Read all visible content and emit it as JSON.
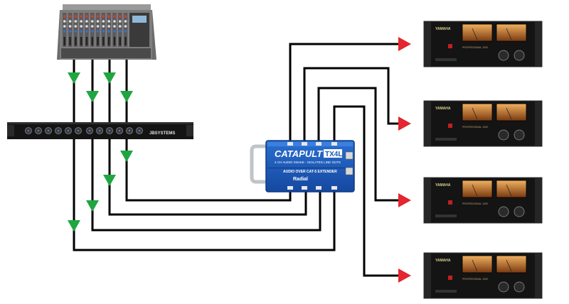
{
  "mixer": {
    "name": "mixer"
  },
  "crossover": {
    "brand": "JBSYSTEMS"
  },
  "snake": {
    "title": "CATAPULT",
    "model": "TX4L",
    "subtitle": "4 CH AUDIO SNAKE - ISOLATED LINE OUTS",
    "tagline": "AUDIO OVER CAT-5 EXTENDER",
    "brand": "Radial"
  },
  "amplifiers": [
    {
      "brand": "YAMAHA",
      "model": "PROFESSIONAL 1000"
    },
    {
      "brand": "YAMAHA",
      "model": "PROFESSIONAL 1000"
    },
    {
      "brand": "YAMAHA",
      "model": "PROFESSIONAL 1000"
    },
    {
      "brand": "YAMAHA",
      "model": "PROFESSIONAL 1000"
    }
  ],
  "colors": {
    "cable": "#000000",
    "down_arrow": "#1fa640",
    "amp_arrow": "#e3262f",
    "snake_body": "#1a5bb8",
    "amp_body": "#1b1b1b",
    "meter_glow": "#d88a3a"
  }
}
